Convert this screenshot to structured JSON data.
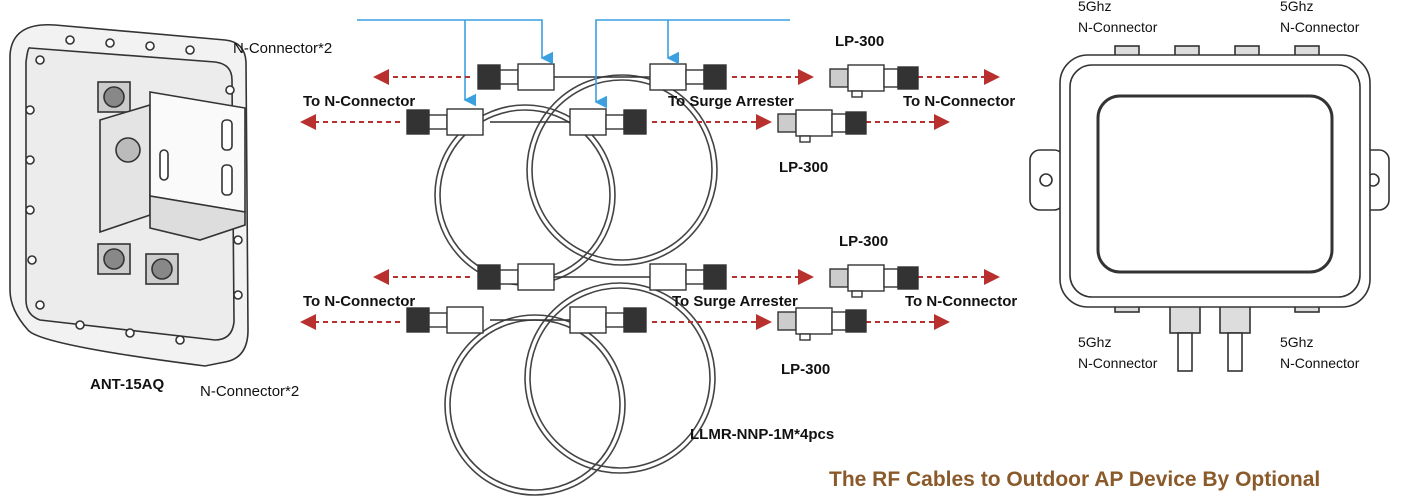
{
  "labels": {
    "n_connector_x2_top": "N-Connector*2",
    "n_connector_x2_bottom": "N-Connector*2",
    "antenna_model": "ANT-15AQ",
    "to_n_connector_1": "To N-Connector",
    "to_n_connector_2": "To N-Connector",
    "to_n_connector_3": "To N-Connector",
    "to_n_connector_4": "To N-Connector",
    "to_surge_arrester_1": "To Surge Arrester",
    "to_surge_arrester_2": "To Surge Arrester",
    "lp300_1": "LP-300",
    "lp300_2": "LP-300",
    "lp300_3": "LP-300",
    "lp300_4": "LP-300",
    "cable_model": "LLMR-NNP-1M*4pcs",
    "ap_tl_freq": "5Ghz",
    "ap_tl_conn": "N-Connector",
    "ap_tr_freq": "5Ghz",
    "ap_tr_conn": "N-Connector",
    "ap_bl_freq": "5Ghz",
    "ap_bl_conn": "N-Connector",
    "ap_br_freq": "5Ghz",
    "ap_br_conn": "N-Connector"
  },
  "caption": "The RF Cables to Outdoor AP Device By Optional",
  "colors": {
    "caption": "#8a5a2a",
    "arrow": "#b8312f",
    "pointer": "#3aa0e0",
    "line": "#333333"
  },
  "icons": {
    "antenna": "panel-antenna-icon",
    "arrester": "surge-arrester-icon",
    "ap": "outdoor-ap-enclosure-icon",
    "cable": "coax-cable-icon"
  }
}
